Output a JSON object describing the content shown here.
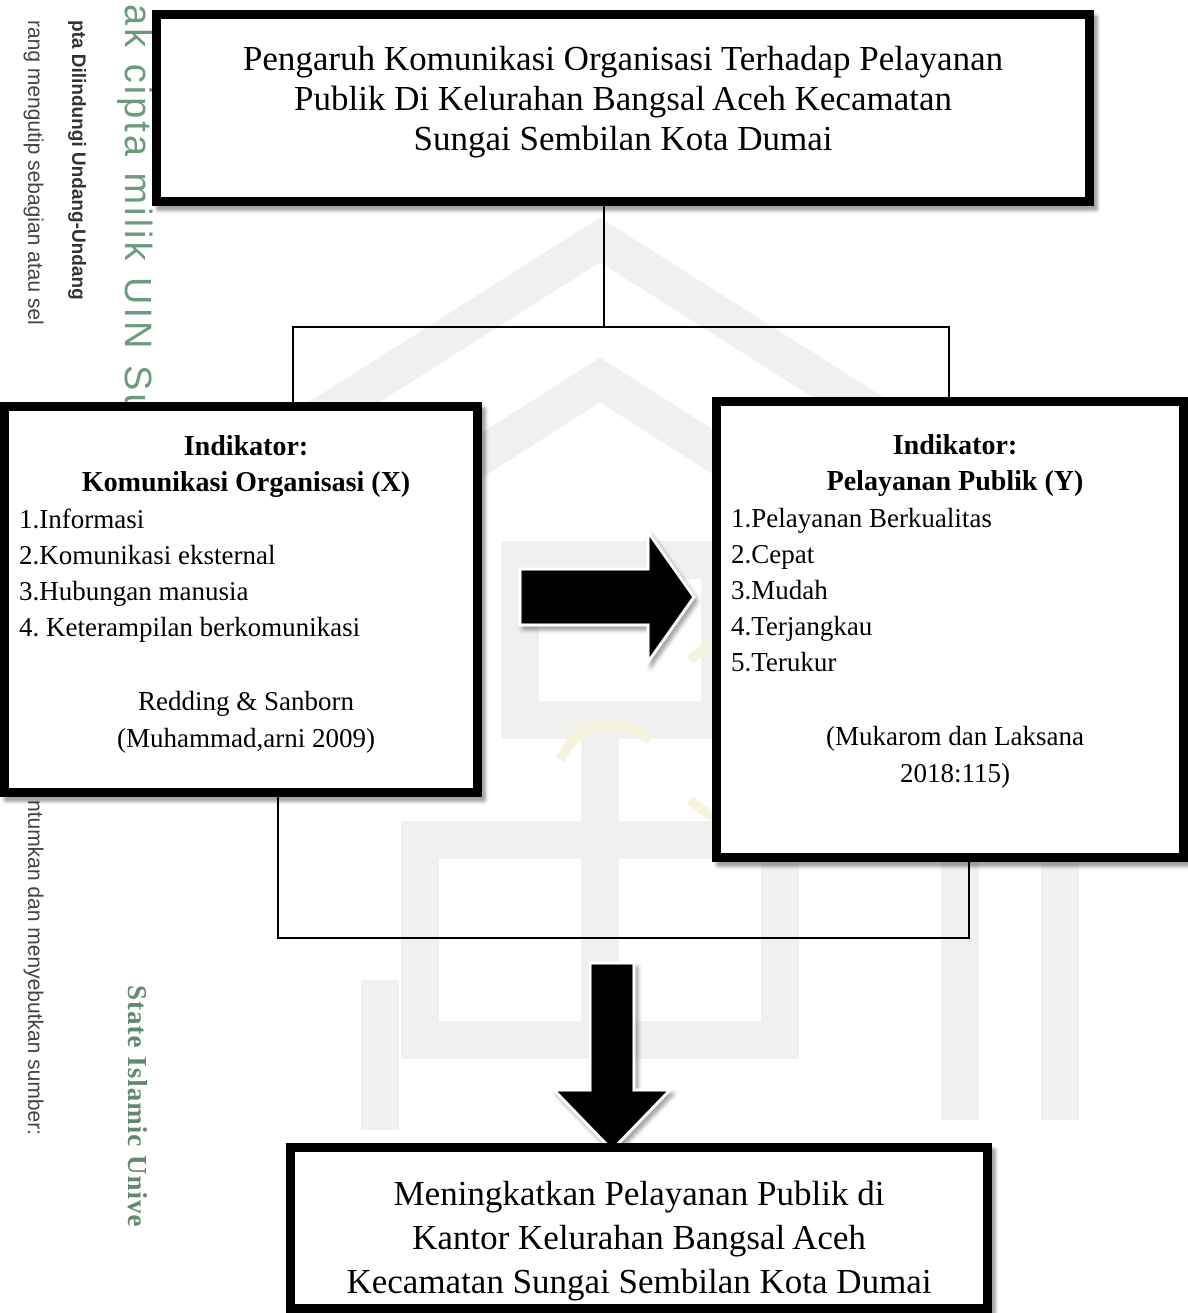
{
  "diagram": {
    "title_box": {
      "lines": [
        "Pengaruh Komunikasi Organisasi Terhadap Pelayanan",
        "Publik Di Kelurahan Bangsal Aceh Kecamatan",
        "Sungai Sembilan Kota Dumai"
      ]
    },
    "box_x": {
      "heading1": "Indikator:",
      "heading2": "Komunikasi Organisasi (X)",
      "items": [
        "1.Informasi",
        "2.Komunikasi eksternal",
        "3.Hubungan manusia",
        "4. Keterampilan berkomunikasi"
      ],
      "source_lines": [
        "Redding & Sanborn",
        "(Muhammad,arni 2009)"
      ]
    },
    "box_y": {
      "heading1": "Indikator:",
      "heading2": "Pelayanan Publik (Y)",
      "items": [
        "1.Pelayanan Berkualitas",
        "2.Cepat",
        "3.Mudah",
        "4.Terjangkau",
        "5.Terukur"
      ],
      "source_lines": [
        "(Mukarom dan Laksana",
        "2018:115)"
      ]
    },
    "output_box": {
      "lines": [
        "Meningkatkan  Pelayanan Publik di",
        "Kantor Kelurahan Bangsal Aceh",
        "Kecamatan Sungai Sembilan Kota Dumai"
      ]
    }
  },
  "watermark": {
    "left_text_1": "rang mengutip sebagian atau sel",
    "left_text_1b": "ntumkan dan menyebutkan sumber:",
    "left_bold": "pta Dilindungi Undang-Undang",
    "green_text": "ak cipta milik UIN Su",
    "green_text_2": "State Islamic Unive"
  }
}
